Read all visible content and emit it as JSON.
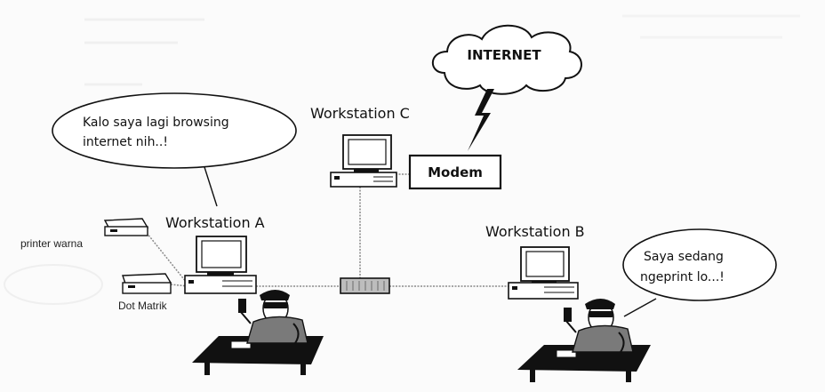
{
  "cloud": {
    "label": "INTERNET",
    "icon": "cloud-icon"
  },
  "modem": {
    "label": "Modem"
  },
  "workstations": {
    "a": {
      "label": "Workstation A"
    },
    "b": {
      "label": "Workstation B"
    },
    "c": {
      "label": "Workstation C"
    }
  },
  "printers": {
    "color": {
      "label": "printer warna"
    },
    "dot": {
      "label": "Dot Matrik"
    }
  },
  "bubbles": {
    "a": {
      "line1": "Kalo saya lagi browsing",
      "line2": "internet nih..!"
    },
    "b": {
      "line1": "Saya sedang",
      "line2": "ngeprint lo...!"
    }
  },
  "colors": {
    "ink": "#111111",
    "line": "#888888",
    "hub_fill": "#bdbdbd",
    "paper": "#fbfbfb"
  }
}
